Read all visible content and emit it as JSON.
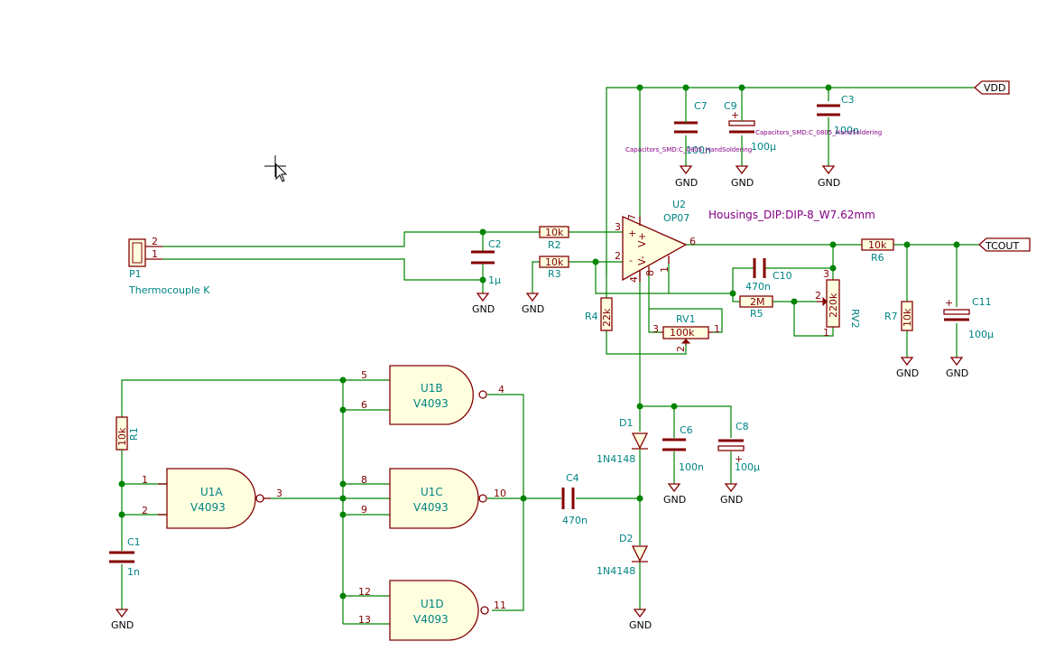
{
  "labels": {
    "VDD": "VDD",
    "TCOUT": "TCOUT",
    "GND": "GND"
  },
  "components": {
    "P1": {
      "ref": "P1",
      "value": "Thermocouple K",
      "pin1": "1",
      "pin2": "2"
    },
    "C2": {
      "ref": "C2",
      "value": "1µ"
    },
    "R2": {
      "ref": "R2",
      "value": "10k"
    },
    "R3": {
      "ref": "R3",
      "value": "10k"
    },
    "R4": {
      "ref": "R4",
      "value": "22k"
    },
    "RV1": {
      "ref": "RV1",
      "value": "100k",
      "pin1": "1",
      "pin2": "2",
      "pin3": "3"
    },
    "U2": {
      "ref": "U2",
      "value": "OP07",
      "footprint": "Housings_DIP:DIP-8_W7.62mm",
      "pin2": "2",
      "pin3": "3",
      "pin6": "6",
      "pin7": "7",
      "pin4": "4",
      "pin8": "8",
      "pin1": "1",
      "plus": "+",
      "minus": "-",
      "vplus": "V+",
      "vminus": "V-"
    },
    "C7": {
      "ref": "C7",
      "value": "100n",
      "footprint": "Capacitors_SMD:C_0805_HandSoldering"
    },
    "C9": {
      "ref": "C9",
      "value": "100µ"
    },
    "C3": {
      "ref": "C3",
      "value": "100n",
      "footprint": "Capacitors_SMD:C_0805_HandSoldering"
    },
    "C10": {
      "ref": "C10",
      "value": "470n"
    },
    "R5": {
      "ref": "R5",
      "value": "2M"
    },
    "RV2": {
      "ref": "RV2",
      "value": "220k",
      "pin1": "1",
      "pin2": "2",
      "pin3": "3"
    },
    "R6": {
      "ref": "R6",
      "value": "10k"
    },
    "R7": {
      "ref": "R7",
      "value": "10k"
    },
    "C11": {
      "ref": "C11",
      "value": "100µ"
    },
    "R1": {
      "ref": "R1",
      "value": "10k"
    },
    "C1": {
      "ref": "C1",
      "value": "1n"
    },
    "U1A": {
      "ref": "U1A",
      "value": "V4093",
      "in1": "1",
      "in2": "2",
      "out": "3"
    },
    "U1B": {
      "ref": "U1B",
      "value": "V4093",
      "in1": "5",
      "in2": "6",
      "out": "4"
    },
    "U1C": {
      "ref": "U1C",
      "value": "V4093",
      "in1": "8",
      "in2": "9",
      "out": "10"
    },
    "U1D": {
      "ref": "U1D",
      "value": "V4093",
      "in1": "12",
      "in2": "13",
      "out": "11"
    },
    "C4": {
      "ref": "C4",
      "value": "470n"
    },
    "D1": {
      "ref": "D1",
      "value": "1N4148"
    },
    "D2": {
      "ref": "D2",
      "value": "1N4148"
    },
    "C6": {
      "ref": "C6",
      "value": "100n"
    },
    "C8": {
      "ref": "C8",
      "value": "100µ"
    }
  },
  "colors": {
    "wire": "#008400",
    "component": "#840000",
    "reference": "#008484",
    "footprint": "#840084",
    "background": "#ffffff"
  }
}
